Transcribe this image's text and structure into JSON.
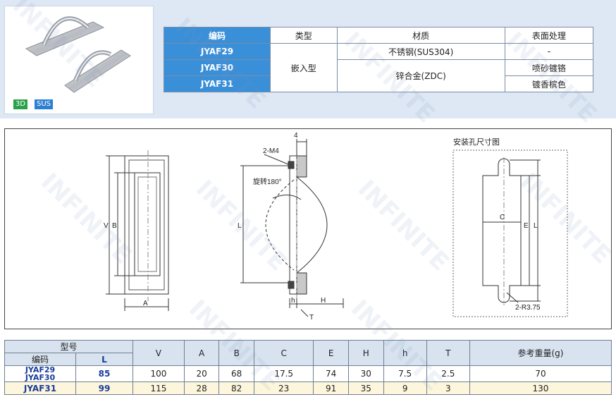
{
  "badges": {
    "b3d": "3D",
    "sus": "SUS"
  },
  "spec": {
    "headers": [
      "编码",
      "类型",
      "材质",
      "表面处理"
    ],
    "codes": [
      "JYAF29",
      "JYAF30",
      "JYAF31"
    ],
    "type": "嵌入型",
    "material_1": "不锈钢(SUS304)",
    "material_2": "锌合金(ZDC)",
    "finish_1": "-",
    "finish_2": "喷砂镀铬",
    "finish_3": "镀香槟色"
  },
  "drawing": {
    "front": {
      "v": "V",
      "b": "B",
      "a": "A"
    },
    "side": {
      "screw": "2-M4",
      "thick": "4",
      "rotate": "旋转180°",
      "l": "L",
      "h_small": "h",
      "h_big": "H",
      "t": "T"
    },
    "hole": {
      "title": "安装孔尺寸图",
      "c": "C",
      "e": "E",
      "l": "L",
      "r": "2-R3.75"
    }
  },
  "dims": {
    "header_model": "型号",
    "header_code": "编码",
    "columns": [
      "L",
      "V",
      "A",
      "B",
      "C",
      "E",
      "H",
      "h",
      "T",
      "参考重量(g)"
    ],
    "rows": [
      {
        "codes": "JYAF29\nJYAF30",
        "values": [
          "85",
          "100",
          "20",
          "68",
          "17.5",
          "74",
          "30",
          "7.5",
          "2.5",
          "70"
        ]
      },
      {
        "codes": "JYAF31",
        "values": [
          "99",
          "115",
          "28",
          "82",
          "23",
          "91",
          "35",
          "9",
          "3",
          "130"
        ]
      }
    ]
  },
  "colors": {
    "header_blue": "#3a8fd9",
    "panel_bg": "#dde8f4",
    "highlight_row": "#fdf6dc"
  },
  "watermark": "INFINITE"
}
